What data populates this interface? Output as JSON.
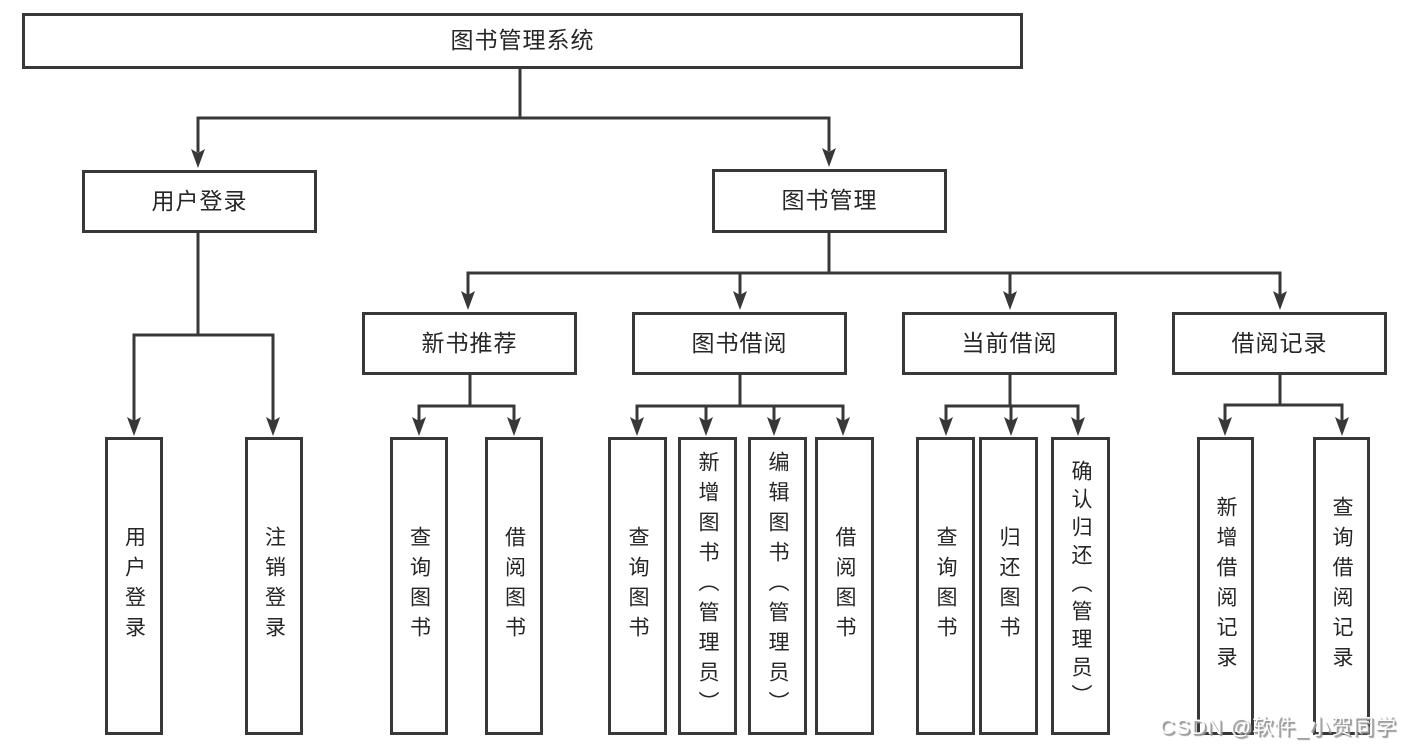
{
  "diagram": {
    "type": "hierarchy-functional-structure",
    "line_color": "#383838",
    "text_color": "#262626",
    "background": "#ffffff",
    "root": {
      "label": "图书管理系统"
    },
    "level2": [
      {
        "label": "用户登录"
      },
      {
        "label": "图书管理"
      }
    ],
    "level3": [
      {
        "label": "新书推荐",
        "parent": "图书管理"
      },
      {
        "label": "图书借阅",
        "parent": "图书管理"
      },
      {
        "label": "当前借阅",
        "parent": "图书管理"
      },
      {
        "label": "借阅记录",
        "parent": "图书管理"
      }
    ],
    "leaves": [
      {
        "label": "用户登录",
        "parent": "用户登录"
      },
      {
        "label": "注销登录",
        "parent": "用户登录"
      },
      {
        "label": "查询图书",
        "parent": "新书推荐"
      },
      {
        "label": "借阅图书",
        "parent": "新书推荐"
      },
      {
        "label": "查询图书",
        "parent": "图书借阅"
      },
      {
        "label": "新增图书（管理员）",
        "parent": "图书借阅"
      },
      {
        "label": "编辑图书（管理员）",
        "parent": "图书借阅"
      },
      {
        "label": "借阅图书",
        "parent": "图书借阅"
      },
      {
        "label": "查询图书",
        "parent": "当前借阅"
      },
      {
        "label": "归还图书",
        "parent": "当前借阅"
      },
      {
        "label": "确认归还（管理员）",
        "parent": "当前借阅"
      },
      {
        "label": "新增借阅记录",
        "parent": "借阅记录"
      },
      {
        "label": "查询借阅记录",
        "parent": "借阅记录"
      }
    ]
  },
  "watermark": {
    "text": "CSDN @软件_小贺同学",
    "color": "#bdbdbd"
  }
}
